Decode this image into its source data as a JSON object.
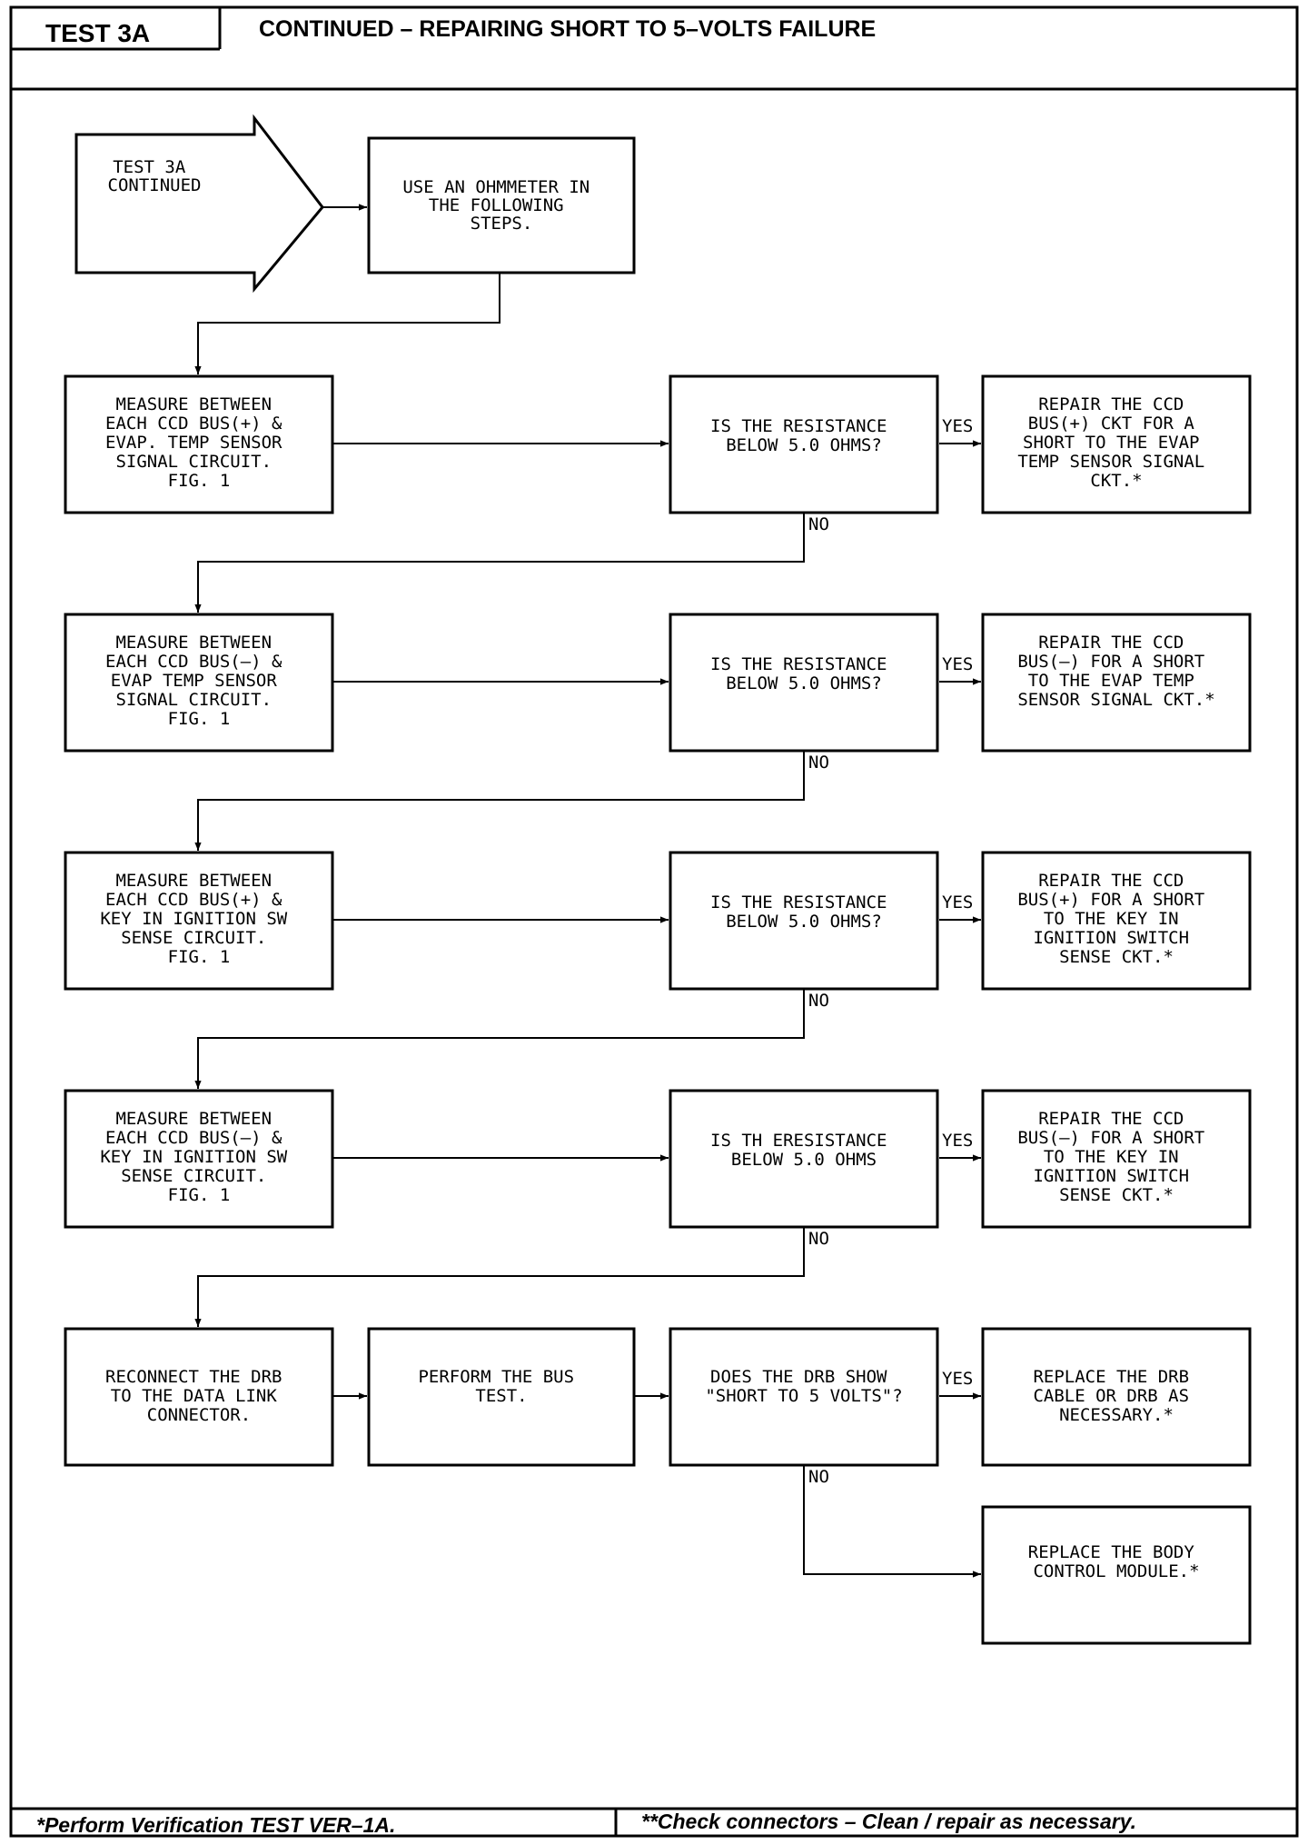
{
  "header": {
    "test_id": "TEST 3A",
    "title": "CONTINUED – REPAIRING SHORT TO 5–VOLTS FAILURE"
  },
  "footer": {
    "left_note": "*Perform Verification TEST VER–1A.",
    "right_note": "**Check connectors – Clean / repair as necessary."
  },
  "flowchart": {
    "start_arrow": [
      "TEST 3A",
      "CONTINUED"
    ],
    "instruction": [
      "USE AN OHMMETER IN",
      "THE FOLLOWING",
      "STEPS."
    ],
    "rows": [
      {
        "measure": [
          "MEASURE BETWEEN",
          "EACH CCD BUS(+) &",
          "EVAP. TEMP SENSOR",
          "SIGNAL CIRCUIT.",
          "FIG. 1"
        ],
        "question": [
          "IS THE RESISTANCE",
          "BELOW 5.0 OHMS?"
        ],
        "yes_label": "YES",
        "action": [
          "REPAIR THE CCD",
          "BUS(+) CKT FOR A",
          "SHORT TO THE EVAP",
          "TEMP SENSOR SIGNAL",
          "CKT.*"
        ],
        "no_label": "NO"
      },
      {
        "measure": [
          "MEASURE BETWEEN",
          "EACH CCD BUS(–) &",
          "EVAP TEMP SENSOR",
          "SIGNAL CIRCUIT.",
          "FIG. 1"
        ],
        "question": [
          "IS THE RESISTANCE",
          "BELOW 5.0 OHMS?"
        ],
        "yes_label": "YES",
        "action": [
          "REPAIR THE CCD",
          "BUS(–) FOR A SHORT",
          "TO THE EVAP TEMP",
          "SENSOR SIGNAL CKT.*"
        ],
        "no_label": "NO"
      },
      {
        "measure": [
          "MEASURE BETWEEN",
          "EACH CCD BUS(+) &",
          "KEY IN IGNITION SW",
          "SENSE CIRCUIT.",
          "FIG. 1"
        ],
        "question": [
          "IS THE RESISTANCE",
          "BELOW 5.0 OHMS?"
        ],
        "yes_label": "YES",
        "action": [
          "REPAIR THE CCD",
          "BUS(+) FOR A SHORT",
          "TO THE KEY IN",
          "IGNITION SWITCH",
          "SENSE CKT.*"
        ],
        "no_label": "NO"
      },
      {
        "measure": [
          "MEASURE BETWEEN",
          "EACH CCD BUS(–) &",
          "KEY IN IGNITION SW",
          "SENSE CIRCUIT.",
          "FIG. 1"
        ],
        "question": [
          "IS TH ERESISTANCE",
          "BELOW 5.0 OHMS"
        ],
        "yes_label": "YES",
        "action": [
          "REPAIR THE CCD",
          "BUS(–) FOR A SHORT",
          "TO THE KEY IN",
          "IGNITION SWITCH",
          "SENSE CKT.*"
        ],
        "no_label": "NO"
      }
    ],
    "final_row": {
      "reconnect": [
        "RECONNECT THE DRB",
        "TO THE DATA LINK",
        "CONNECTOR."
      ],
      "bus_test": [
        "PERFORM THE BUS",
        "TEST."
      ],
      "question": [
        "DOES THE DRB SHOW",
        "\"SHORT TO 5 VOLTS\"?"
      ],
      "yes_label": "YES",
      "yes_action": [
        "REPLACE THE DRB",
        "CABLE OR DRB AS",
        "NECESSARY.*"
      ],
      "no_label": "NO",
      "no_action": [
        "REPLACE THE BODY",
        "CONTROL MODULE.*"
      ]
    }
  }
}
